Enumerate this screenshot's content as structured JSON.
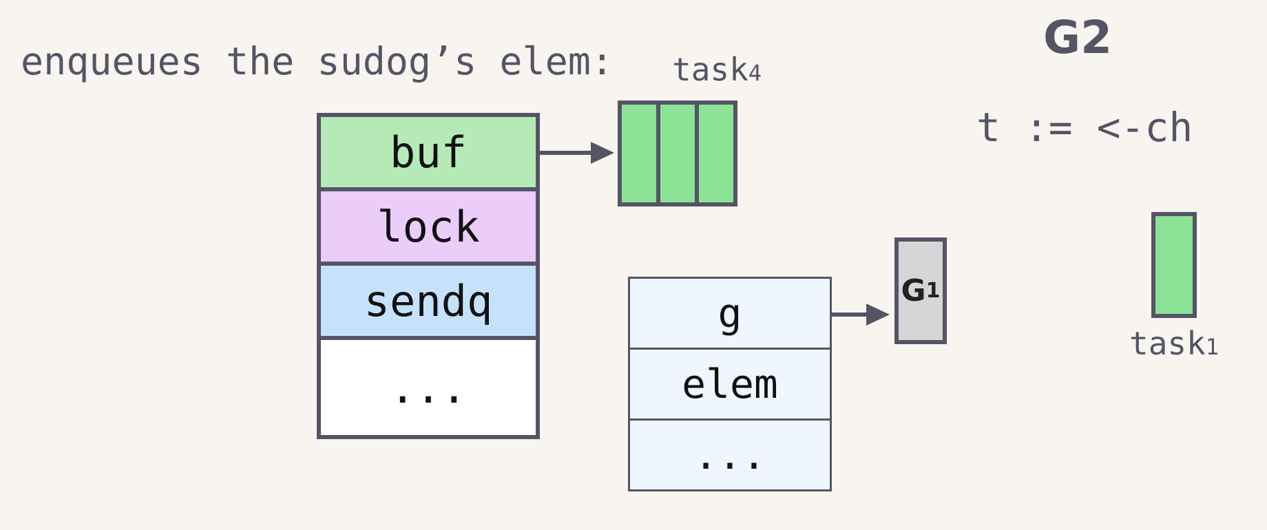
{
  "caption": "enqueues the sudog’s elem:",
  "buffer_label": {
    "text": "task",
    "sub": "4"
  },
  "channel": {
    "fields": [
      "buf",
      "lock",
      "sendq",
      "..."
    ]
  },
  "buffer_slots": 3,
  "sudog": {
    "fields": [
      "g",
      "elem",
      "..."
    ]
  },
  "g1": {
    "text": "G",
    "sub": "1"
  },
  "g2": {
    "title": "G2",
    "code": "t := <-ch",
    "task_label": {
      "text": "task",
      "sub": "1"
    }
  },
  "colors": {
    "background": "#f8f5f1",
    "stroke": "#555466",
    "buf": "#b5eab7",
    "lock": "#ecccf8",
    "sendq": "#c5e1fb",
    "task": "#8ce296",
    "sudog": "#eff6fd",
    "goroutine": "#d6d6d6"
  }
}
